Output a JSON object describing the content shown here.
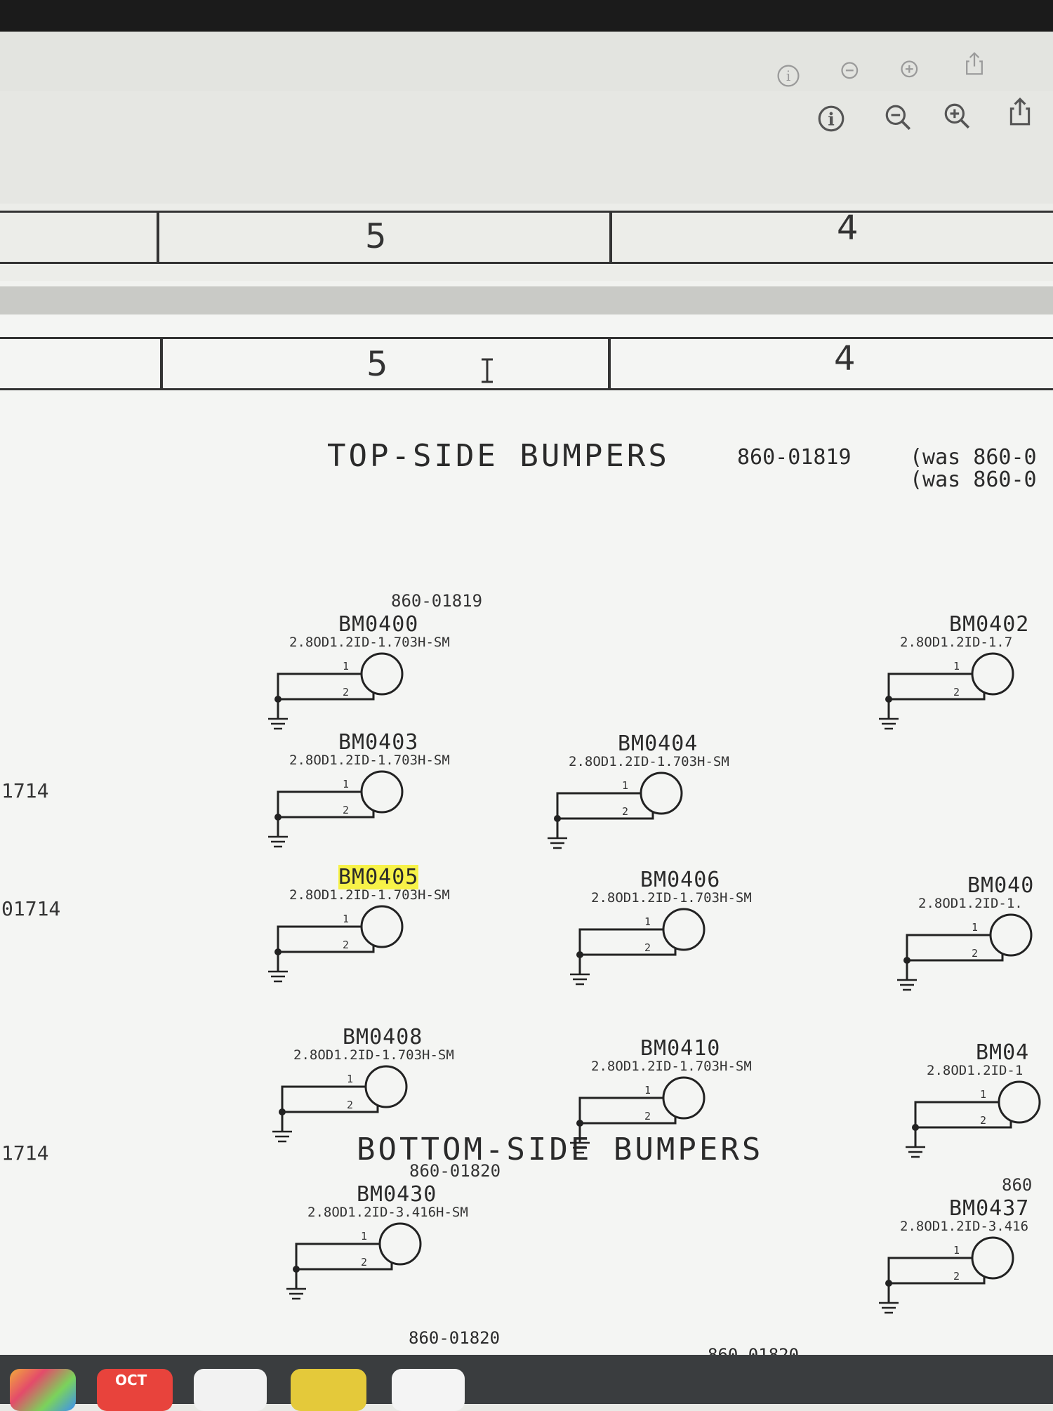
{
  "toolbar": {
    "icons": [
      "info-icon",
      "zoom-out-icon",
      "zoom-in-icon",
      "share-icon"
    ]
  },
  "zones": {
    "row1": [
      "5",
      "4"
    ],
    "row2": [
      "5",
      "4"
    ]
  },
  "top_section": {
    "title": "TOP-SIDE BUMPERS",
    "part_number": "860-01819",
    "was_line1": "(was 860-0",
    "was_line2": "(was 860-0"
  },
  "bottom_section": {
    "title": "BOTTOM-SIDE BUMPERS"
  },
  "margin_refs": [
    "1714",
    "01714",
    "1714"
  ],
  "components": [
    {
      "ref": "BM0400",
      "pn": "860-01819",
      "fp": "2.8OD1.2ID-1.703H-SM",
      "highlight": false
    },
    {
      "ref": "BM0402",
      "pn": "",
      "fp": "2.8OD1.2ID-1.7",
      "highlight": false
    },
    {
      "ref": "BM0403",
      "pn": "",
      "fp": "2.8OD1.2ID-1.703H-SM",
      "highlight": false
    },
    {
      "ref": "BM0404",
      "pn": "",
      "fp": "2.8OD1.2ID-1.703H-SM",
      "highlight": false
    },
    {
      "ref": "BM0405",
      "pn": "",
      "fp": "2.8OD1.2ID-1.703H-SM",
      "highlight": true
    },
    {
      "ref": "BM0406",
      "pn": "",
      "fp": "2.8OD1.2ID-1.703H-SM",
      "highlight": false
    },
    {
      "ref": "BM040",
      "pn": "",
      "fp": "2.8OD1.2ID-1.",
      "highlight": false
    },
    {
      "ref": "BM0408",
      "pn": "",
      "fp": "2.8OD1.2ID-1.703H-SM",
      "highlight": false
    },
    {
      "ref": "BM0410",
      "pn": "",
      "fp": "2.8OD1.2ID-1.703H-SM",
      "highlight": false
    },
    {
      "ref": "BM04",
      "pn": "",
      "fp": "2.8OD1.2ID-1",
      "highlight": false
    },
    {
      "ref": "BM0430",
      "pn": "860-01820",
      "fp": "2.8OD1.2ID-3.416H-SM",
      "highlight": false
    },
    {
      "ref": "BM0437",
      "pn": "860",
      "fp": "2.8OD1.2ID-3.416",
      "highlight": false
    }
  ],
  "pin_labels": {
    "pin1": "1",
    "pin2": "2"
  },
  "bottom_pns": [
    "860-01820",
    "860-01820",
    "860"
  ],
  "dock": {
    "calendar_month": "OCT"
  }
}
